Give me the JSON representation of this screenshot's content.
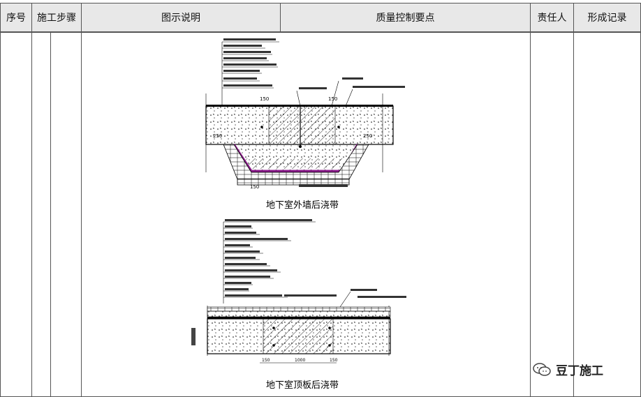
{
  "table": {
    "headers": [
      "序号",
      "施工步骤",
      "图示说明",
      "质量控制要点",
      "责任人",
      "形成记录"
    ]
  },
  "figure1": {
    "caption": "地下室外墙后浇带",
    "dims": [
      "150",
      "150",
      "250",
      "250",
      "150"
    ]
  },
  "figure2": {
    "caption": "地下室顶板后浇带",
    "dims": [
      "150",
      "1000",
      "150"
    ]
  },
  "watermark": {
    "text": "豆丁施工",
    "icon": "wechat-icon"
  }
}
